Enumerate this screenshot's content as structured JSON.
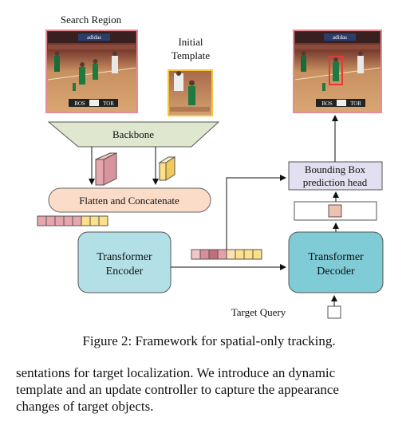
{
  "diagram": {
    "search_region_label": "Search Region",
    "initial_template_label_line1": "Initial",
    "initial_template_label_line2": "Template",
    "backbone_label": "Backbone",
    "flatten_label": "Flatten and Concatenate",
    "encoder_line1": "Transformer",
    "encoder_line2": "Encoder",
    "decoder_line1": "Transformer",
    "decoder_line2": "Decoder",
    "bbox_head_line1": "Bounding Box",
    "bbox_head_line2": "prediction head",
    "target_query_label": "Target Query",
    "scoreboard_left": "BOS",
    "scoreboard_right": "TOR",
    "ad_text": "adidas",
    "colors": {
      "backbone_fill": "#dfe8cf",
      "flatten_fill": "#fbdcc8",
      "encoder_fill": "#b3e0e7",
      "decoder_fill": "#7fcbd6",
      "head_fill": "#e2dff0",
      "search_feature": "#e7a6ad",
      "template_feature": "#fde08a",
      "image_border_search": "#e58b95",
      "image_border_template": "#f5c542",
      "bbox_red": "#e53935"
    }
  },
  "caption": "Figure 2: Framework for spatial-only tracking.",
  "body_lines": [
    "sentations for target localization. We introduce an dynamic",
    "template and an update controller to capture the appearance",
    "changes of target objects."
  ]
}
